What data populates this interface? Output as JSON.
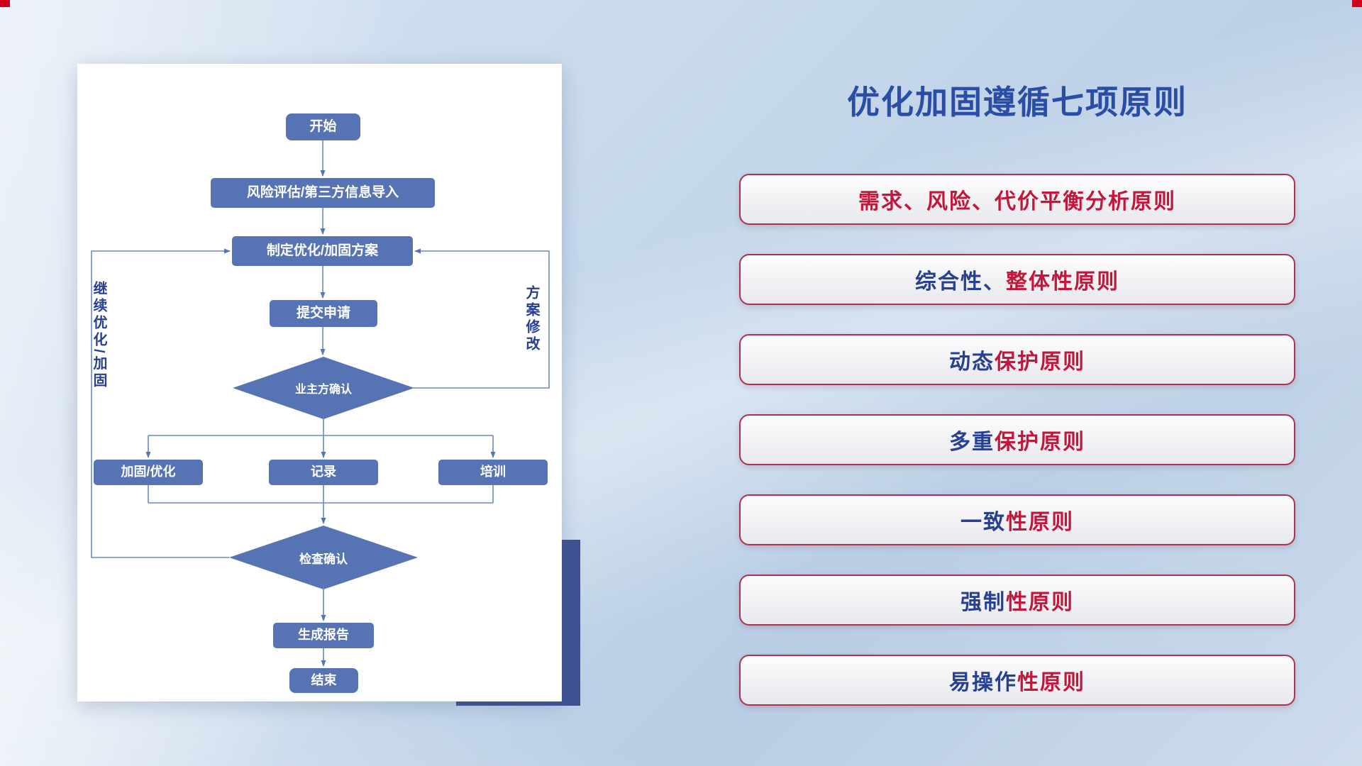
{
  "title": "优化加固遵循七项原则",
  "flowchart": {
    "start": "开始",
    "risk_import": "风险评估/第三方信息导入",
    "make_plan": "制定优化/加固方案",
    "submit": "提交申请",
    "owner_confirm": "业主方确认",
    "reinforce": "加固/优化",
    "record": "记录",
    "train": "培训",
    "check_confirm": "检查确认",
    "report": "生成报告",
    "end": "结束",
    "loop_left": "继续优化/加固",
    "loop_right": "方案修改"
  },
  "principles": [
    {
      "blue": "",
      "red": "需求、风险、代价平衡分析原则"
    },
    {
      "blue": "综合性、",
      "red": "整体性原则"
    },
    {
      "blue": "动态",
      "red": "保护原则"
    },
    {
      "blue": "多重",
      "red": "保护原则"
    },
    {
      "blue": "一致",
      "red": "性原则"
    },
    {
      "blue": "强制",
      "red": "性原则"
    },
    {
      "blue": "易操作",
      "red": "性原则"
    }
  ],
  "colors": {
    "title_blue": "#2a4da5",
    "principle_red": "#c2173a",
    "principle_navy": "#27408f",
    "node_blue": "#5673b4",
    "connector_blue": "#6b88c0",
    "card_shadow_navy": "#3e5192",
    "corner_mark_red": "#d0021b"
  }
}
